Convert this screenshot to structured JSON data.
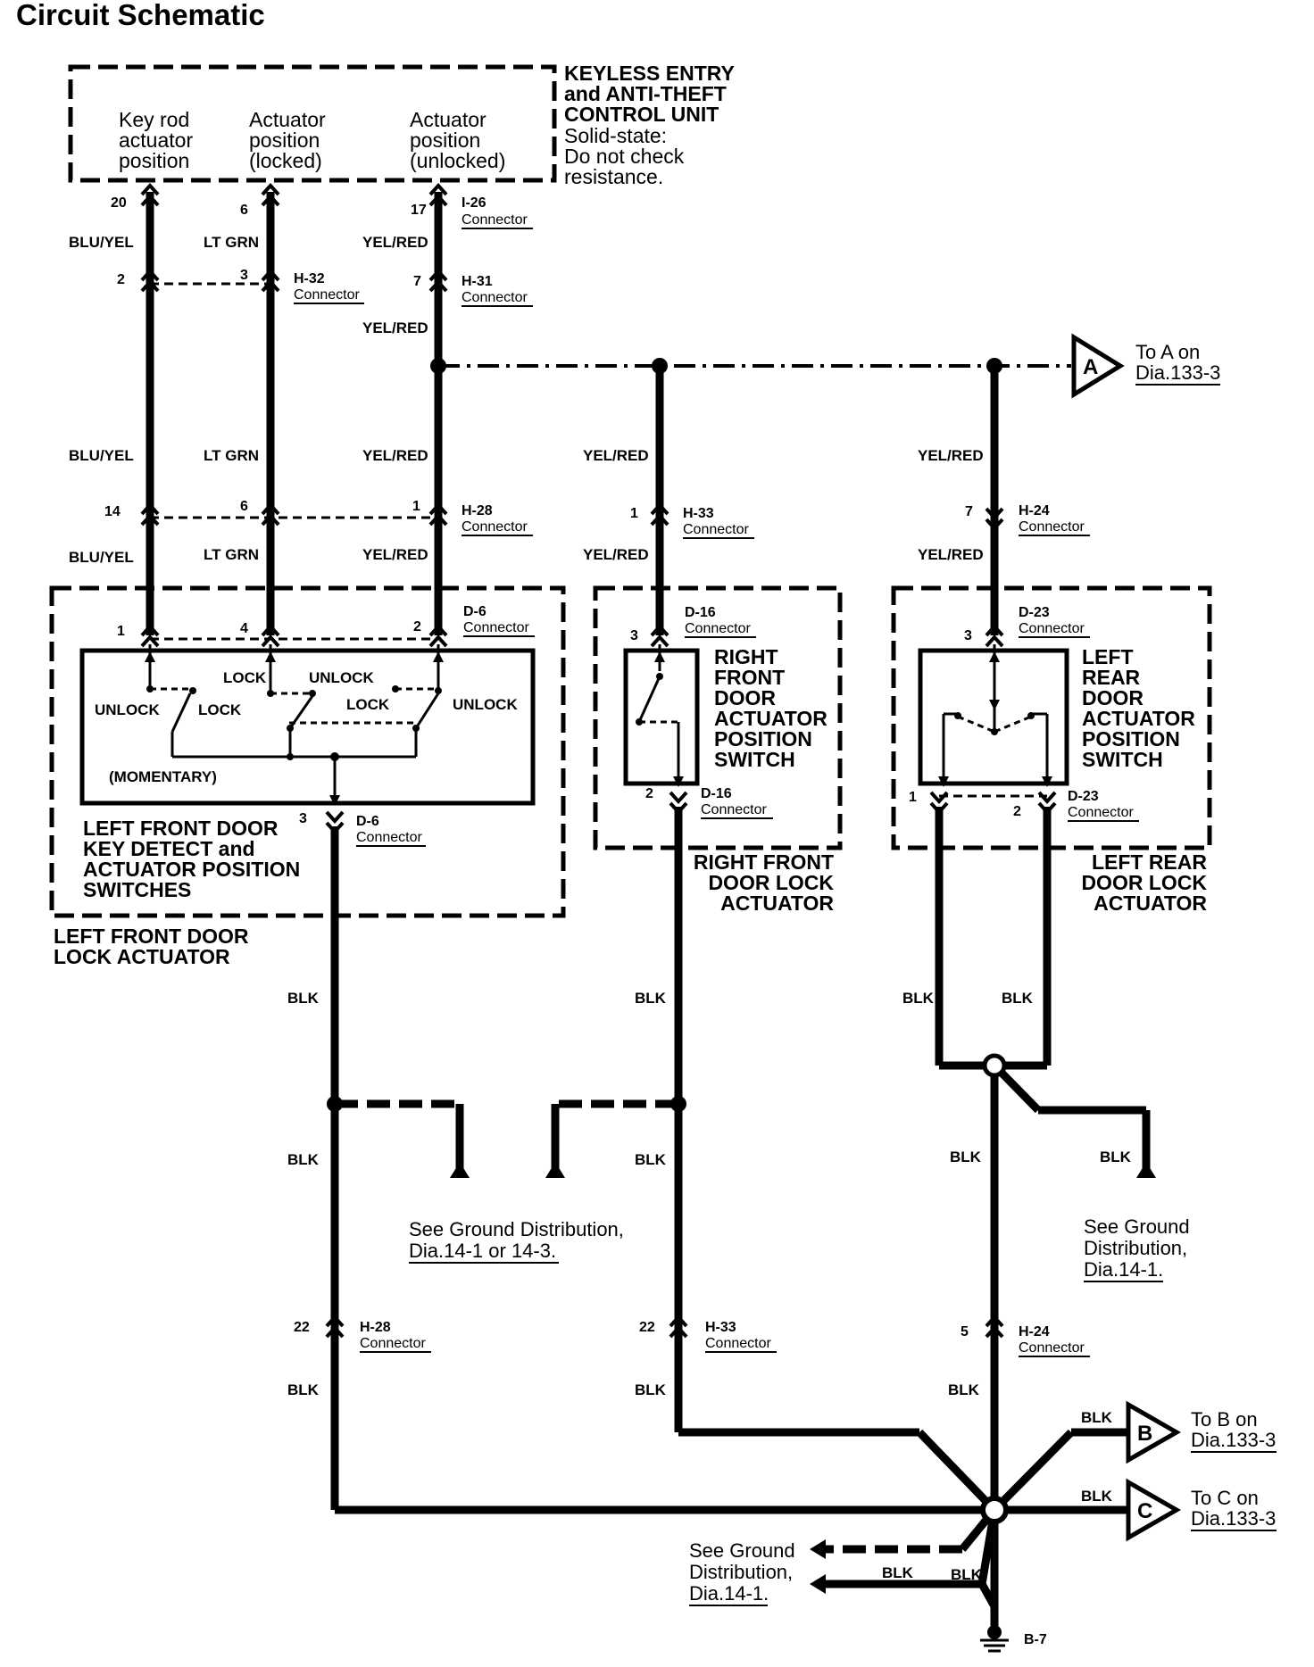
{
  "title": "Circuit Schematic",
  "control_unit": {
    "name_lines": [
      "KEYLESS ENTRY",
      "and ANTI-THEFT",
      "CONTROL UNIT"
    ],
    "note_lines": [
      "Solid-state:",
      "Do not check",
      "resistance."
    ],
    "inputs": [
      {
        "lines": [
          "Key rod",
          "actuator",
          "position"
        ],
        "pin": "20"
      },
      {
        "lines": [
          "Actuator",
          "position",
          "(locked)"
        ],
        "pin": "6"
      },
      {
        "lines": [
          "Actuator",
          "position",
          "(unlocked)"
        ],
        "pin": "17"
      }
    ]
  },
  "wire_colors": {
    "blu_yel": "BLU/YEL",
    "lt_grn": "LT GRN",
    "yel_red": "YEL/RED",
    "blk": "BLK"
  },
  "connectors": {
    "i26": {
      "id": "I-26",
      "label": "Connector"
    },
    "h32": {
      "id": "H-32",
      "label": "Connector",
      "pins": [
        "2",
        "3"
      ]
    },
    "h31": {
      "id": "H-31",
      "label": "Connector",
      "pin": "7"
    },
    "h28_top": {
      "id": "H-28",
      "label": "Connector",
      "pins": [
        "14",
        "6",
        "1"
      ]
    },
    "h33_top": {
      "id": "H-33",
      "label": "Connector",
      "pin": "1"
    },
    "h24_top": {
      "id": "H-24",
      "label": "Connector",
      "pin": "7"
    },
    "d6_top": {
      "id": "D-6",
      "label": "Connector",
      "pins": [
        "1",
        "4",
        "2"
      ]
    },
    "d16_top": {
      "id": "D-16",
      "label": "Connector",
      "pin": "3"
    },
    "d23_top": {
      "id": "D-23",
      "label": "Connector",
      "pin": "3"
    },
    "d6_bot": {
      "id": "D-6",
      "label": "Connector",
      "pin": "3"
    },
    "d16_bot": {
      "id": "D-16",
      "label": "Connector",
      "pin": "2"
    },
    "d23_bot": {
      "id": "D-23",
      "label": "Connector",
      "pins": [
        "1",
        "2"
      ]
    },
    "h28_bot": {
      "id": "H-28",
      "label": "Connector",
      "pin": "22"
    },
    "h33_bot": {
      "id": "H-33",
      "label": "Connector",
      "pin": "22"
    },
    "h24_bot": {
      "id": "H-24",
      "label": "Connector",
      "pin": "5"
    },
    "b7": {
      "id": "B-7"
    }
  },
  "switch_labels": {
    "unlock": "UNLOCK",
    "lock": "LOCK",
    "momentary": "(MOMENTARY)"
  },
  "components": {
    "lf_switches": [
      "LEFT FRONT DOOR",
      "KEY DETECT and",
      "ACTUATOR POSITION",
      "SWITCHES"
    ],
    "lf_actuator": [
      "LEFT FRONT DOOR",
      "LOCK ACTUATOR"
    ],
    "rf_switch": [
      "RIGHT",
      "FRONT",
      "DOOR",
      "ACTUATOR",
      "POSITION",
      "SWITCH"
    ],
    "rf_actuator": [
      "RIGHT FRONT",
      "DOOR LOCK",
      "ACTUATOR"
    ],
    "lr_switch": [
      "LEFT",
      "REAR",
      "DOOR",
      "ACTUATOR",
      "POSITION",
      "SWITCH"
    ],
    "lr_actuator": [
      "LEFT REAR",
      "DOOR LOCK",
      "ACTUATOR"
    ]
  },
  "offpage": {
    "a": {
      "letter": "A",
      "lines": [
        "To A on",
        "Dia.133-3"
      ]
    },
    "b": {
      "letter": "B",
      "lines": [
        "To B on",
        "Dia.133-3"
      ]
    },
    "c": {
      "letter": "C",
      "lines": [
        "To C on",
        "Dia.133-3"
      ]
    }
  },
  "ground_refs": {
    "g1": [
      "See Ground Distribution,",
      "Dia.14-1 or 14-3."
    ],
    "g2": [
      "See Ground",
      "Distribution,",
      "Dia.14-1."
    ],
    "g3": [
      "See Ground",
      "Distribution,",
      "Dia.14-1."
    ]
  }
}
